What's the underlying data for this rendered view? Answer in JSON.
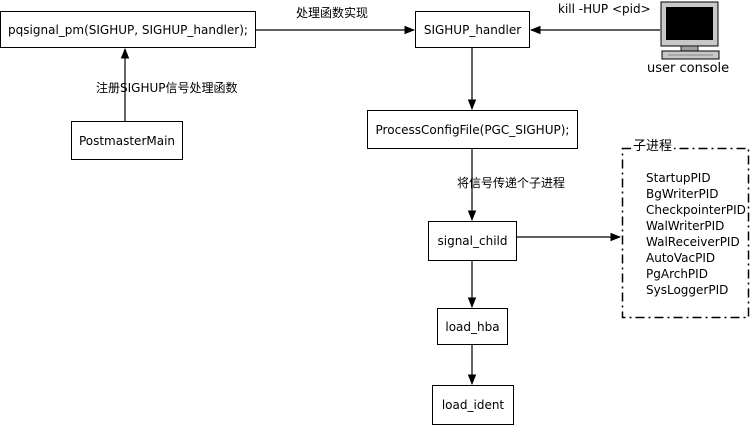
{
  "nodes": {
    "pqsignal": "pqsignal_pm(SIGHUP, SIGHUP_handler);",
    "handler": "SIGHUP_handler",
    "postmaster": "PostmasterMain",
    "processconfig": "ProcessConfigFile(PGC_SIGHUP);",
    "signal_child": "signal_child",
    "load_hba": "load_hba",
    "load_ident": "load_ident"
  },
  "edge_labels": {
    "impl": "处理函数实现",
    "register": "注册SIGHUP信号处理函数",
    "kill": "kill -HUP <pid>",
    "pass": "将信号传递个子进程"
  },
  "console": {
    "label": "user console"
  },
  "children_group": {
    "title": "子进程",
    "items": [
      "StartupPID",
      "BgWriterPID",
      "CheckpointerPID",
      "WalWriterPID",
      "WalReceiverPID",
      "AutoVacPID",
      "PgArchPID",
      "SysLoggerPID"
    ]
  }
}
